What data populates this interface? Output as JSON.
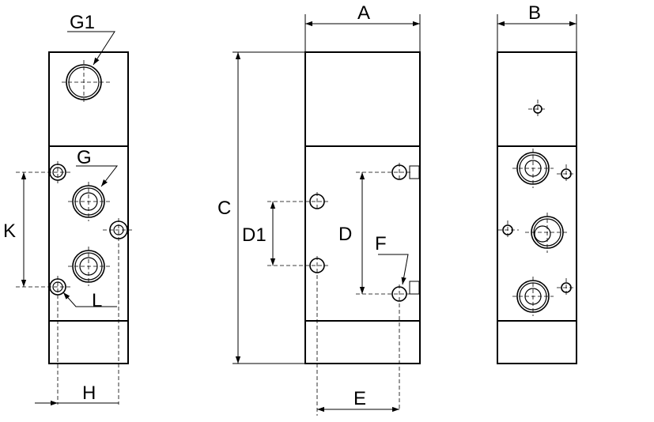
{
  "labels": {
    "g1": "G1",
    "g": "G",
    "k": "K",
    "l": "L",
    "h": "H",
    "c": "C",
    "d1": "D1",
    "d": "D",
    "f": "F",
    "e": "E",
    "a": "A",
    "b": "B"
  }
}
